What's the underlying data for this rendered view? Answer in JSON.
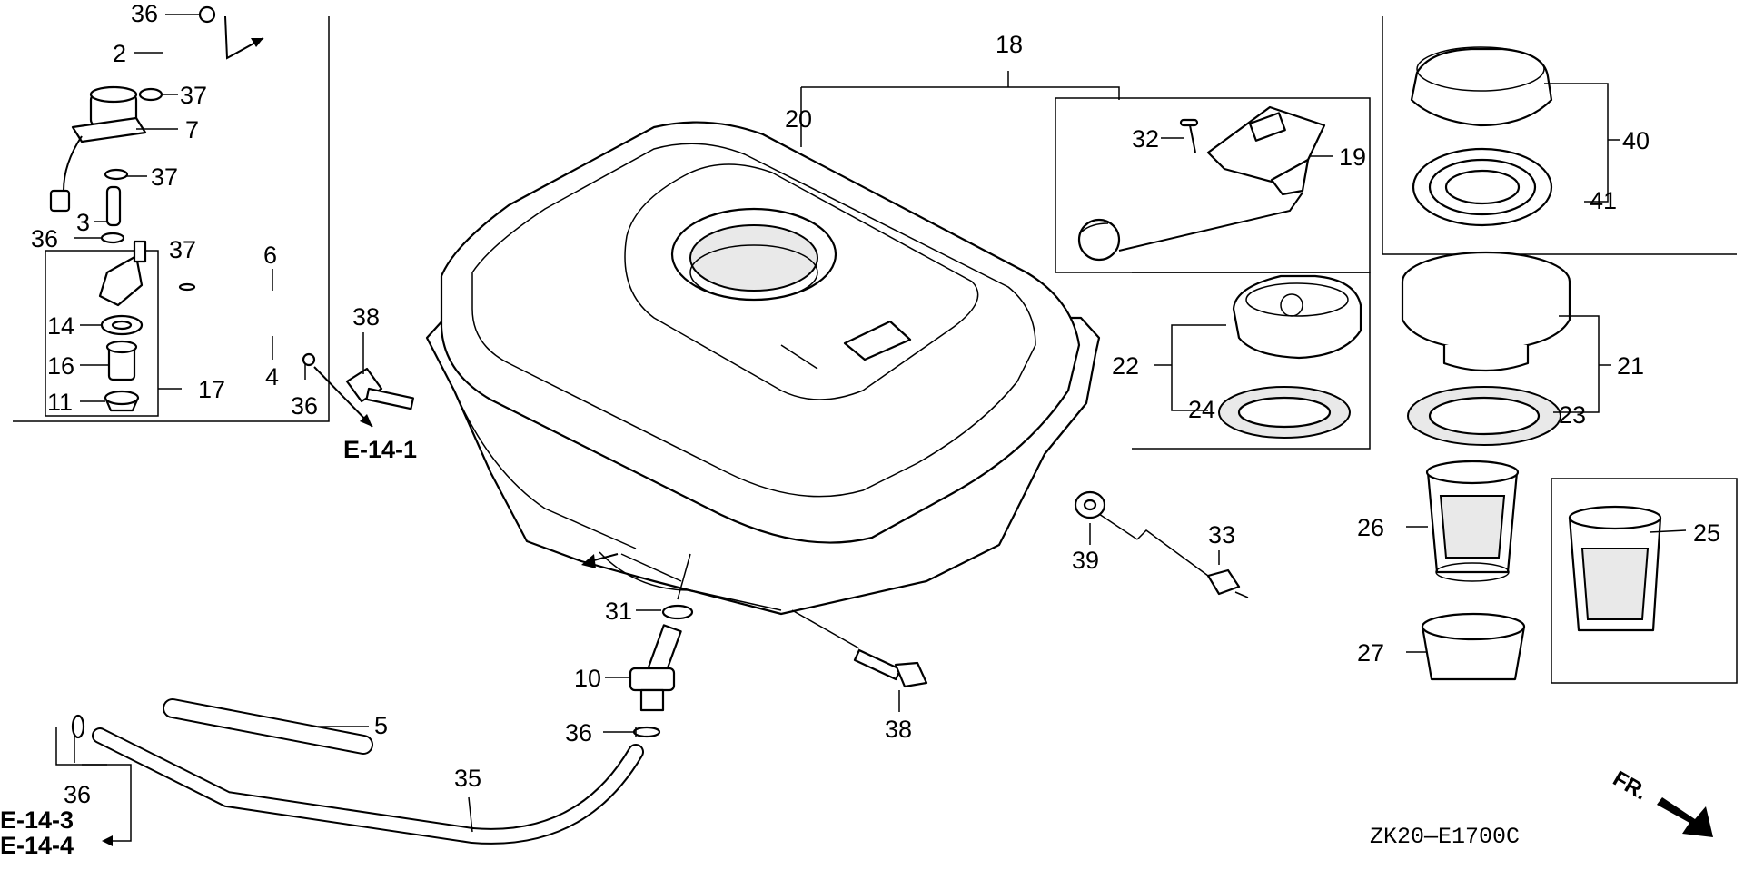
{
  "diagram": {
    "callouts": [
      {
        "id": "c36a",
        "text": "36"
      },
      {
        "id": "c2",
        "text": "2"
      },
      {
        "id": "c37a",
        "text": "37"
      },
      {
        "id": "c7",
        "text": "7"
      },
      {
        "id": "c37b",
        "text": "37"
      },
      {
        "id": "c3",
        "text": "3"
      },
      {
        "id": "c36b",
        "text": "36"
      },
      {
        "id": "c37c",
        "text": "37"
      },
      {
        "id": "c6",
        "text": "6"
      },
      {
        "id": "c14",
        "text": "14"
      },
      {
        "id": "c16",
        "text": "16"
      },
      {
        "id": "c11",
        "text": "11"
      },
      {
        "id": "c17",
        "text": "17"
      },
      {
        "id": "c4",
        "text": "4"
      },
      {
        "id": "c36c",
        "text": "36"
      },
      {
        "id": "c38a",
        "text": "38"
      },
      {
        "id": "c18",
        "text": "18"
      },
      {
        "id": "c20",
        "text": "20"
      },
      {
        "id": "c32",
        "text": "32"
      },
      {
        "id": "c19",
        "text": "19"
      },
      {
        "id": "c40",
        "text": "40"
      },
      {
        "id": "c41",
        "text": "41"
      },
      {
        "id": "c22",
        "text": "22"
      },
      {
        "id": "c24",
        "text": "24"
      },
      {
        "id": "c21",
        "text": "21"
      },
      {
        "id": "c23",
        "text": "23"
      },
      {
        "id": "c26",
        "text": "26"
      },
      {
        "id": "c25",
        "text": "25"
      },
      {
        "id": "c27",
        "text": "27"
      },
      {
        "id": "c39",
        "text": "39"
      },
      {
        "id": "c33",
        "text": "33"
      },
      {
        "id": "c31",
        "text": "31"
      },
      {
        "id": "c10",
        "text": "10"
      },
      {
        "id": "c38b",
        "text": "38"
      },
      {
        "id": "c36d",
        "text": "36"
      },
      {
        "id": "c5",
        "text": "5"
      },
      {
        "id": "c35",
        "text": "35"
      },
      {
        "id": "c36e",
        "text": "36"
      }
    ],
    "references": [
      {
        "id": "r1",
        "text": "E-14-1"
      },
      {
        "id": "r2",
        "text": "E-14-3"
      },
      {
        "id": "r3",
        "text": "E-14-4"
      }
    ],
    "diagram_code": "ZK20—E1700C",
    "front_label": "FR."
  }
}
